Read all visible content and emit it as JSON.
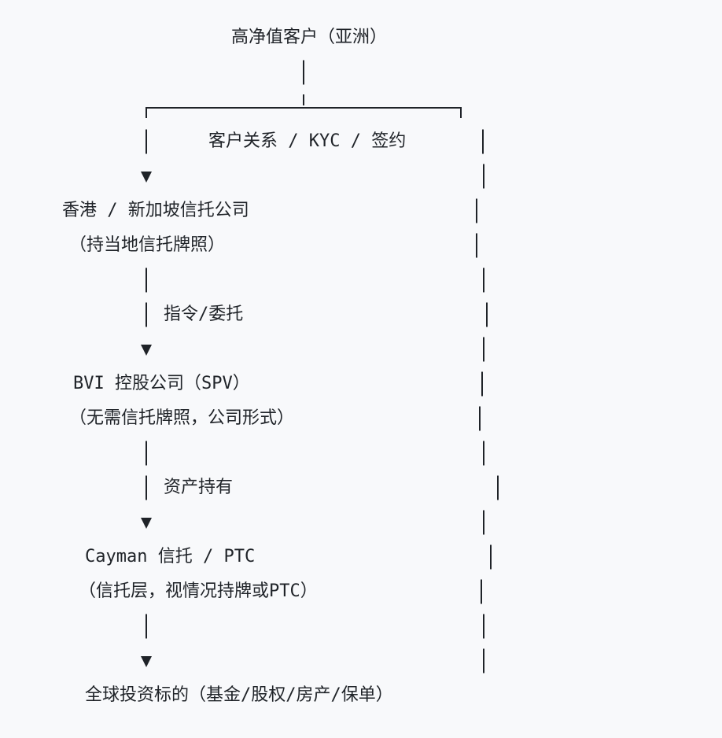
{
  "diagram": {
    "root": "高净值客户（亚洲）",
    "branch_label": "客户关系 / KYC / 签约",
    "nodes": [
      {
        "title": "香港 / 新加坡信托公司",
        "subtitle": "（持当地信托牌照）"
      },
      {
        "title": "BVI 控股公司（SPV）",
        "subtitle": "（无需信托牌照，公司形式）"
      },
      {
        "title": "Cayman 信托 / PTC",
        "subtitle": "（信托层，视情况持牌或PTC）"
      },
      {
        "title": "全球投资标的（基金/股权/房产/保单）"
      }
    ],
    "edges": [
      {
        "label": "指令/委托"
      },
      {
        "label": "资产持有"
      }
    ],
    "arrow_glyph": "▼",
    "colors": {
      "background": "#f8f9fb",
      "line": "#1f2328",
      "text": "#1f2328"
    }
  }
}
